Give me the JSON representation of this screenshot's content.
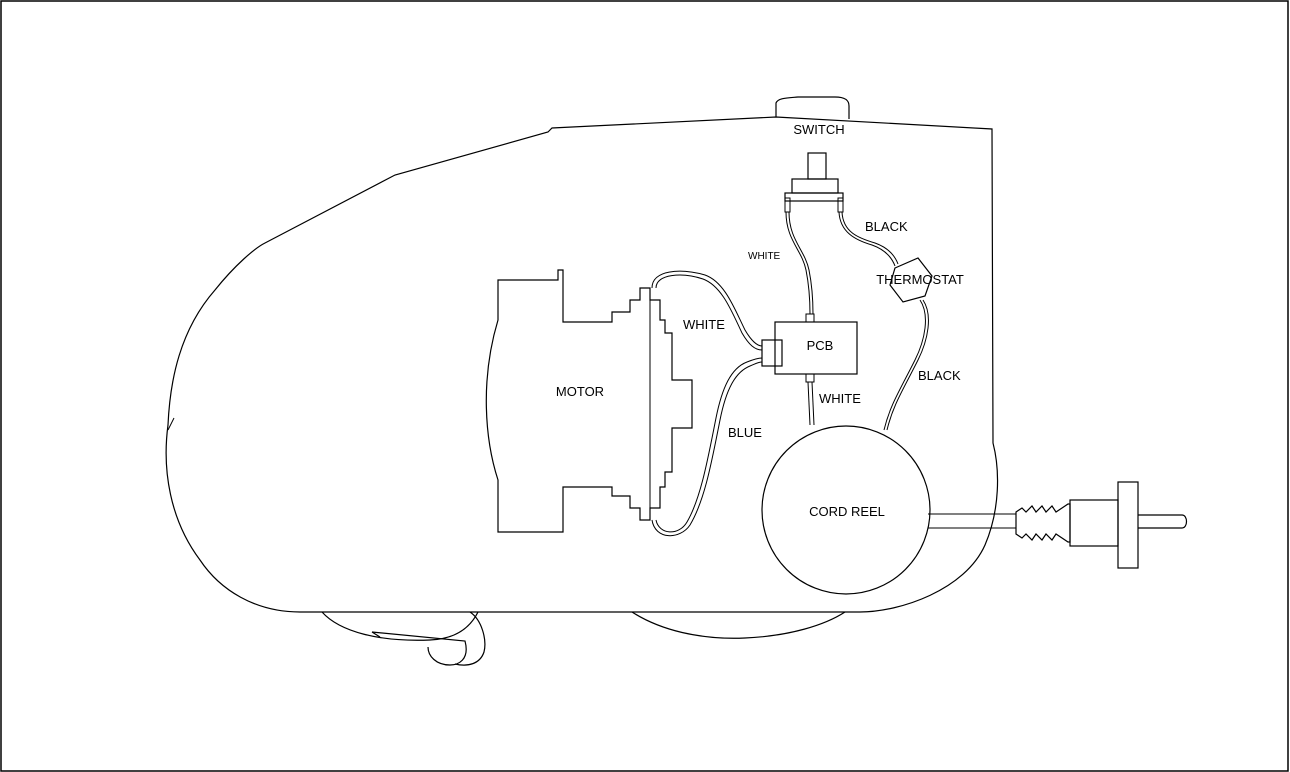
{
  "diagram": {
    "labels": {
      "switch": "SWITCH",
      "thermostat": "THERMOSTAT",
      "pcb": "PCB",
      "motor": "MOTOR",
      "cord_reel": "CORD REEL",
      "wire_white_switch": "WHITE",
      "wire_black_switch": "BLACK",
      "wire_white_motor": "WHITE",
      "wire_blue_motor": "BLUE",
      "wire_white_reel": "WHITE",
      "wire_black_reel": "BLACK"
    },
    "colors": {
      "line": "#000000",
      "background": "#ffffff"
    }
  }
}
